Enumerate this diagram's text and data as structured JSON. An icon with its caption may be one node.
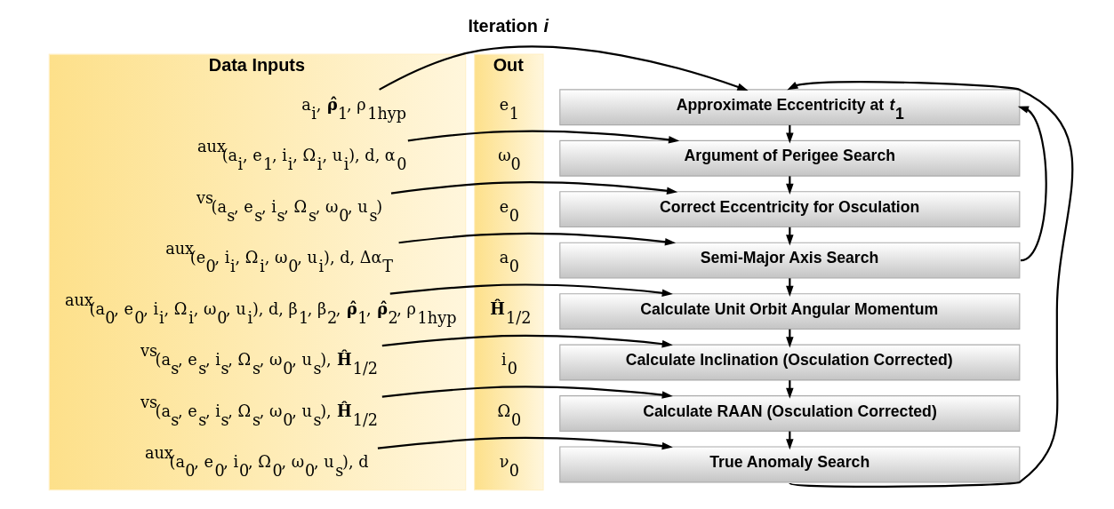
{
  "diagram": {
    "nodes": [
      {
        "text": [
          "Data Inputs"
        ]
      },
      {
        "text": [
          "a$_{i}$, **ρ̂**$_{1}$, ρ$_{1hyp}$"
        ],
        "in": 0
      },
      {
        "text": [
          "$^{aux}$(a$_{i}$, e$_{1}$, i$_{i}$, Ω$_{i}$, u$_{i}$), d, α$_{0}$"
        ],
        "in": 0
      },
      {
        "text": [
          "$^{vs}$(a$_{s}$, e$_{s}$, i$_{s}$, Ω$_{s}$, ω$_{0}$, u$_{s}$)"
        ],
        "in": 0
      },
      {
        "text": [
          "$^{aux}$(e$_{0}$, i$_{i}$, Ω$_{i}$, ω$_{0}$, u$_{i}$), d, Δα$_{T}$"
        ],
        "in": 0
      },
      {
        "text": [
          "$^{aux}$(a$_{0}$, e$_{0}$, i$_{i}$, Ω$_{i}$, ω$_{0}$, u$_{i}$), d, β$_{1}$, β$_{2}$, **ρ̂**$_{1}$, **ρ̂**$_{2}$, ρ$_{1hyp}$"
        ],
        "in": 0
      },
      {
        "text": [
          "$^{vs}$(a$_{s}$, e$_{s}$, i$_{s}$, Ω$_{s}$, ω$_{0}$, u$_{s}$), **Ĥ**$_{1/2}$"
        ],
        "in": 0
      },
      {
        "text": [
          "$^{vs}$(a$_{s}$, e$_{s}$, i$_{s}$, Ω$_{s}$, ω$_{0}$, u$_{s}$), **Ĥ**$_{1/2}$"
        ],
        "in": 0
      },
      {
        "text": [
          "$^{aux}$(a$_{0}$, e$_{0}$, i$_{0}$, Ω$_{0}$, ω$_{0}$, u$_{s}$), d"
        ],
        "in": 0
      },
      {
        "text": [
          "Approximate Eccentricity at *t*$_{1}$"
        ]
      },
      {
        "text": [
          "Argument of Perigee Search"
        ]
      },
      {
        "text": [
          "Correct Eccentricity for Osculation"
        ]
      },
      {
        "text": [
          "Semi-Major Axis Search"
        ]
      },
      {
        "text": [
          "Calculate Unit Orbit Angular Momentum"
        ]
      },
      {
        "text": [
          "Calculate Inclination (Osculation Corrected)"
        ]
      },
      {
        "text": [
          "Calculate RAAN (Osculation Corrected)"
        ]
      },
      {
        "text": [
          "True Anomaly Search"
        ]
      },
      {
        "text": [
          "Out"
        ]
      },
      {
        "text": [
          "e$_{1}$"
        ],
        "in": 17
      },
      {
        "text": [
          "ω$_{0}$"
        ],
        "in": 17
      },
      {
        "text": [
          "e$_{0}$"
        ],
        "in": 17
      },
      {
        "text": [
          "a$_{0}$"
        ],
        "in": 17
      },
      {
        "text": [
          "**Ĥ**$_{1/2}$"
        ],
        "in": 17
      },
      {
        "text": [
          "i$_{0}$"
        ],
        "in": 17
      },
      {
        "text": [
          "Ω$_{0}$"
        ],
        "in": 17
      },
      {
        "text": [
          "ν$_{0}$"
        ],
        "in": 17
      }
    ],
    "edges": [
      {
        "from": 1,
        "to": 9,
        "arrow": "to"
      },
      {
        "from": 2,
        "to": 10,
        "arrow": "to"
      },
      {
        "from": 3,
        "to": 11,
        "arrow": "to"
      },
      {
        "from": 4,
        "to": 12,
        "arrow": "to"
      },
      {
        "from": 5,
        "to": 13,
        "arrow": "to"
      },
      {
        "from": 6,
        "to": 14,
        "arrow": "to"
      },
      {
        "from": 7,
        "to": 15,
        "arrow": "to"
      },
      {
        "from": 8,
        "to": 16,
        "arrow": "to"
      },
      {
        "from": 9,
        "to": 10,
        "arrow": "to"
      },
      {
        "from": 10,
        "to": 11,
        "arrow": "to"
      },
      {
        "from": 11,
        "to": 12,
        "arrow": "to"
      },
      {
        "from": 12,
        "to": 13,
        "arrow": "to"
      },
      {
        "from": 13,
        "to": 14,
        "arrow": "to"
      },
      {
        "from": 14,
        "to": 15,
        "arrow": "to"
      },
      {
        "from": 15,
        "to": 16,
        "arrow": "to"
      },
      {
        "from": 12,
        "to": 9,
        "arrow": "to"
      },
      {
        "from": 16,
        "to": 9,
        "arrow": "to"
      }
    ],
    "labels": [
      "Iteration *i*"
    ]
  }
}
